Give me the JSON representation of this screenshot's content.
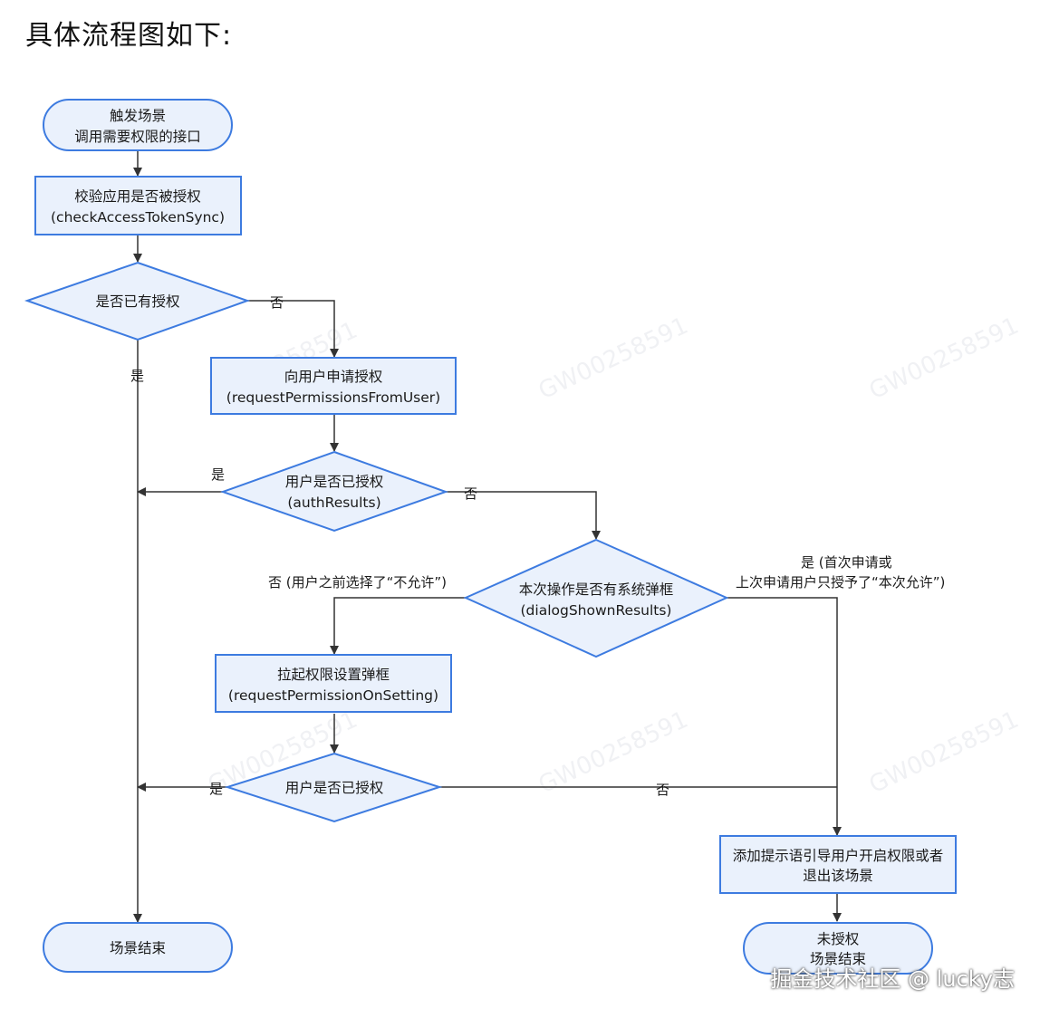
{
  "title": "具体流程图如下:",
  "colors": {
    "node_fill": "#eaf1fc",
    "node_stroke": "#3d7be0",
    "edge": "#333333"
  },
  "nodes": {
    "start": [
      "触发场景",
      "调用需要权限的接口"
    ],
    "check_access": [
      "校验应用是否被授权",
      "(checkAccessTokenSync)"
    ],
    "has_permission": [
      "是否已有授权"
    ],
    "request_user": [
      "向用户申请授权",
      "(requestPermissionsFromUser)"
    ],
    "user_granted_1": [
      "用户是否已授权",
      "(authResults)"
    ],
    "dialog_shown": [
      "本次操作是否有系统弹框",
      "(dialogShownResults)"
    ],
    "open_setting": [
      "拉起权限设置弹框",
      "(requestPermissionOnSetting)"
    ],
    "user_granted_2": [
      "用户是否已授权"
    ],
    "guide": [
      "添加提示语引导用户开启权限或者",
      "退出该场景"
    ],
    "end": [
      "场景结束"
    ],
    "end_denied": [
      "未授权",
      "场景结束"
    ]
  },
  "edge_labels": {
    "has_no": "否",
    "has_yes": "是",
    "granted1_yes": "是",
    "granted1_no": "否",
    "dialog_no": "否 (用户之前选择了“不允许”)",
    "dialog_yes": [
      "是 (首次申请或",
      "上次申请用户只授予了“本次允许”)"
    ],
    "granted2_yes": "是",
    "granted2_no": "否"
  },
  "watermark": "GW00258591",
  "footer": "掘金技术社区 @ lucky志"
}
